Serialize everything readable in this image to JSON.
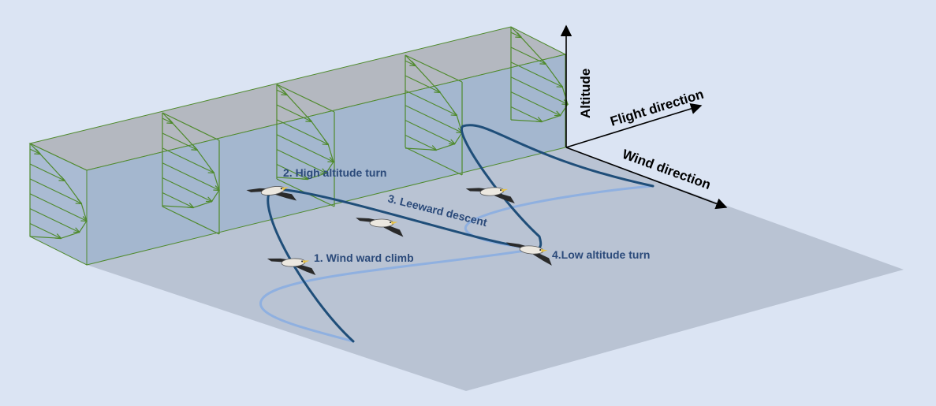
{
  "axes": {
    "altitude": "Altitude",
    "flight_direction": "Flight direction",
    "wind_direction": "Wind direction"
  },
  "phases": [
    {
      "label": "1. Wind ward climb"
    },
    {
      "label": "2. High altitude turn"
    },
    {
      "label": "3. Leeward descent"
    },
    {
      "label": "4.Low altitude turn"
    }
  ],
  "colors": {
    "background": "#dbe4f3",
    "ground_plane": "#b9c3d3",
    "wind_box_top": "#b4b8c0",
    "wind_box_front": "#a1b4cc",
    "wind_profile": "#4f8a2c",
    "trajectory_dark": "#1f4e79",
    "trajectory_light": "#8fb0e0",
    "label_text": "#2b4a7a",
    "bird_wing": "#2a2a2a"
  },
  "icons": [
    "albatross-icon",
    "wind-profile-arrow",
    "axis-arrow"
  ]
}
